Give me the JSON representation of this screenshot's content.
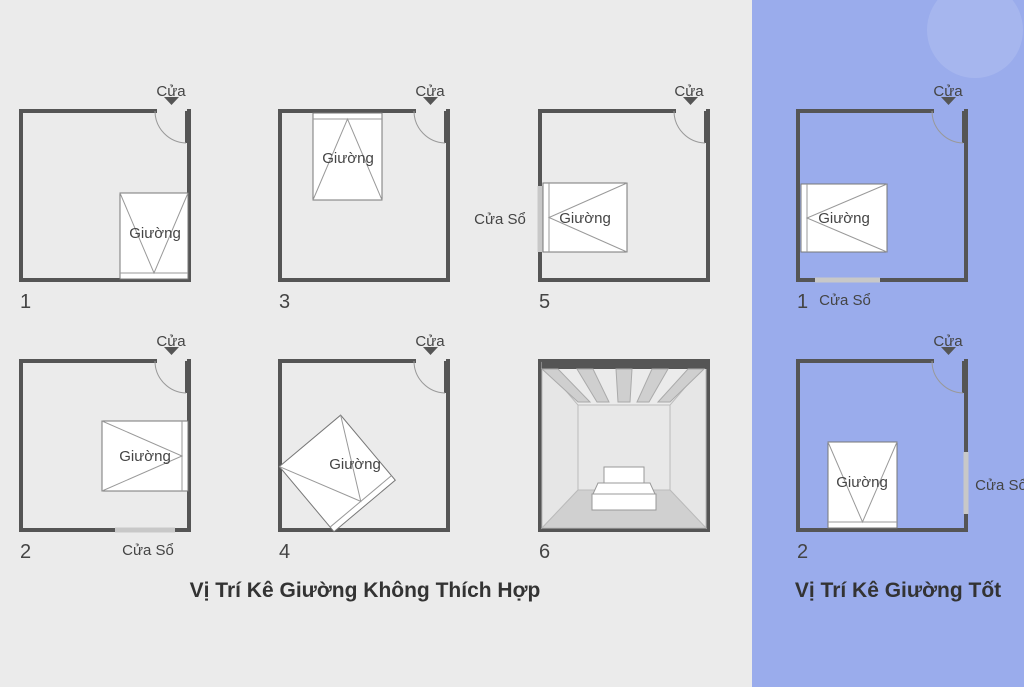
{
  "labels": {
    "door": "Cửa",
    "bed": "Giường",
    "window": "Cửa Sổ"
  },
  "bad_section": {
    "title": "Vị Trí Kê Giường Không Thích Hợp",
    "rooms": [
      {
        "number": "1"
      },
      {
        "number": "3"
      },
      {
        "number": "5"
      },
      {
        "number": "2"
      },
      {
        "number": "4"
      },
      {
        "number": "6"
      }
    ]
  },
  "good_section": {
    "title": "Vị Trí Kê Giường Tốt",
    "rooms": [
      {
        "number": "1"
      },
      {
        "number": "2"
      }
    ]
  },
  "colors": {
    "left_bg": "#ebebeb",
    "right_bg": "#9aacec",
    "wall": "#555555"
  }
}
